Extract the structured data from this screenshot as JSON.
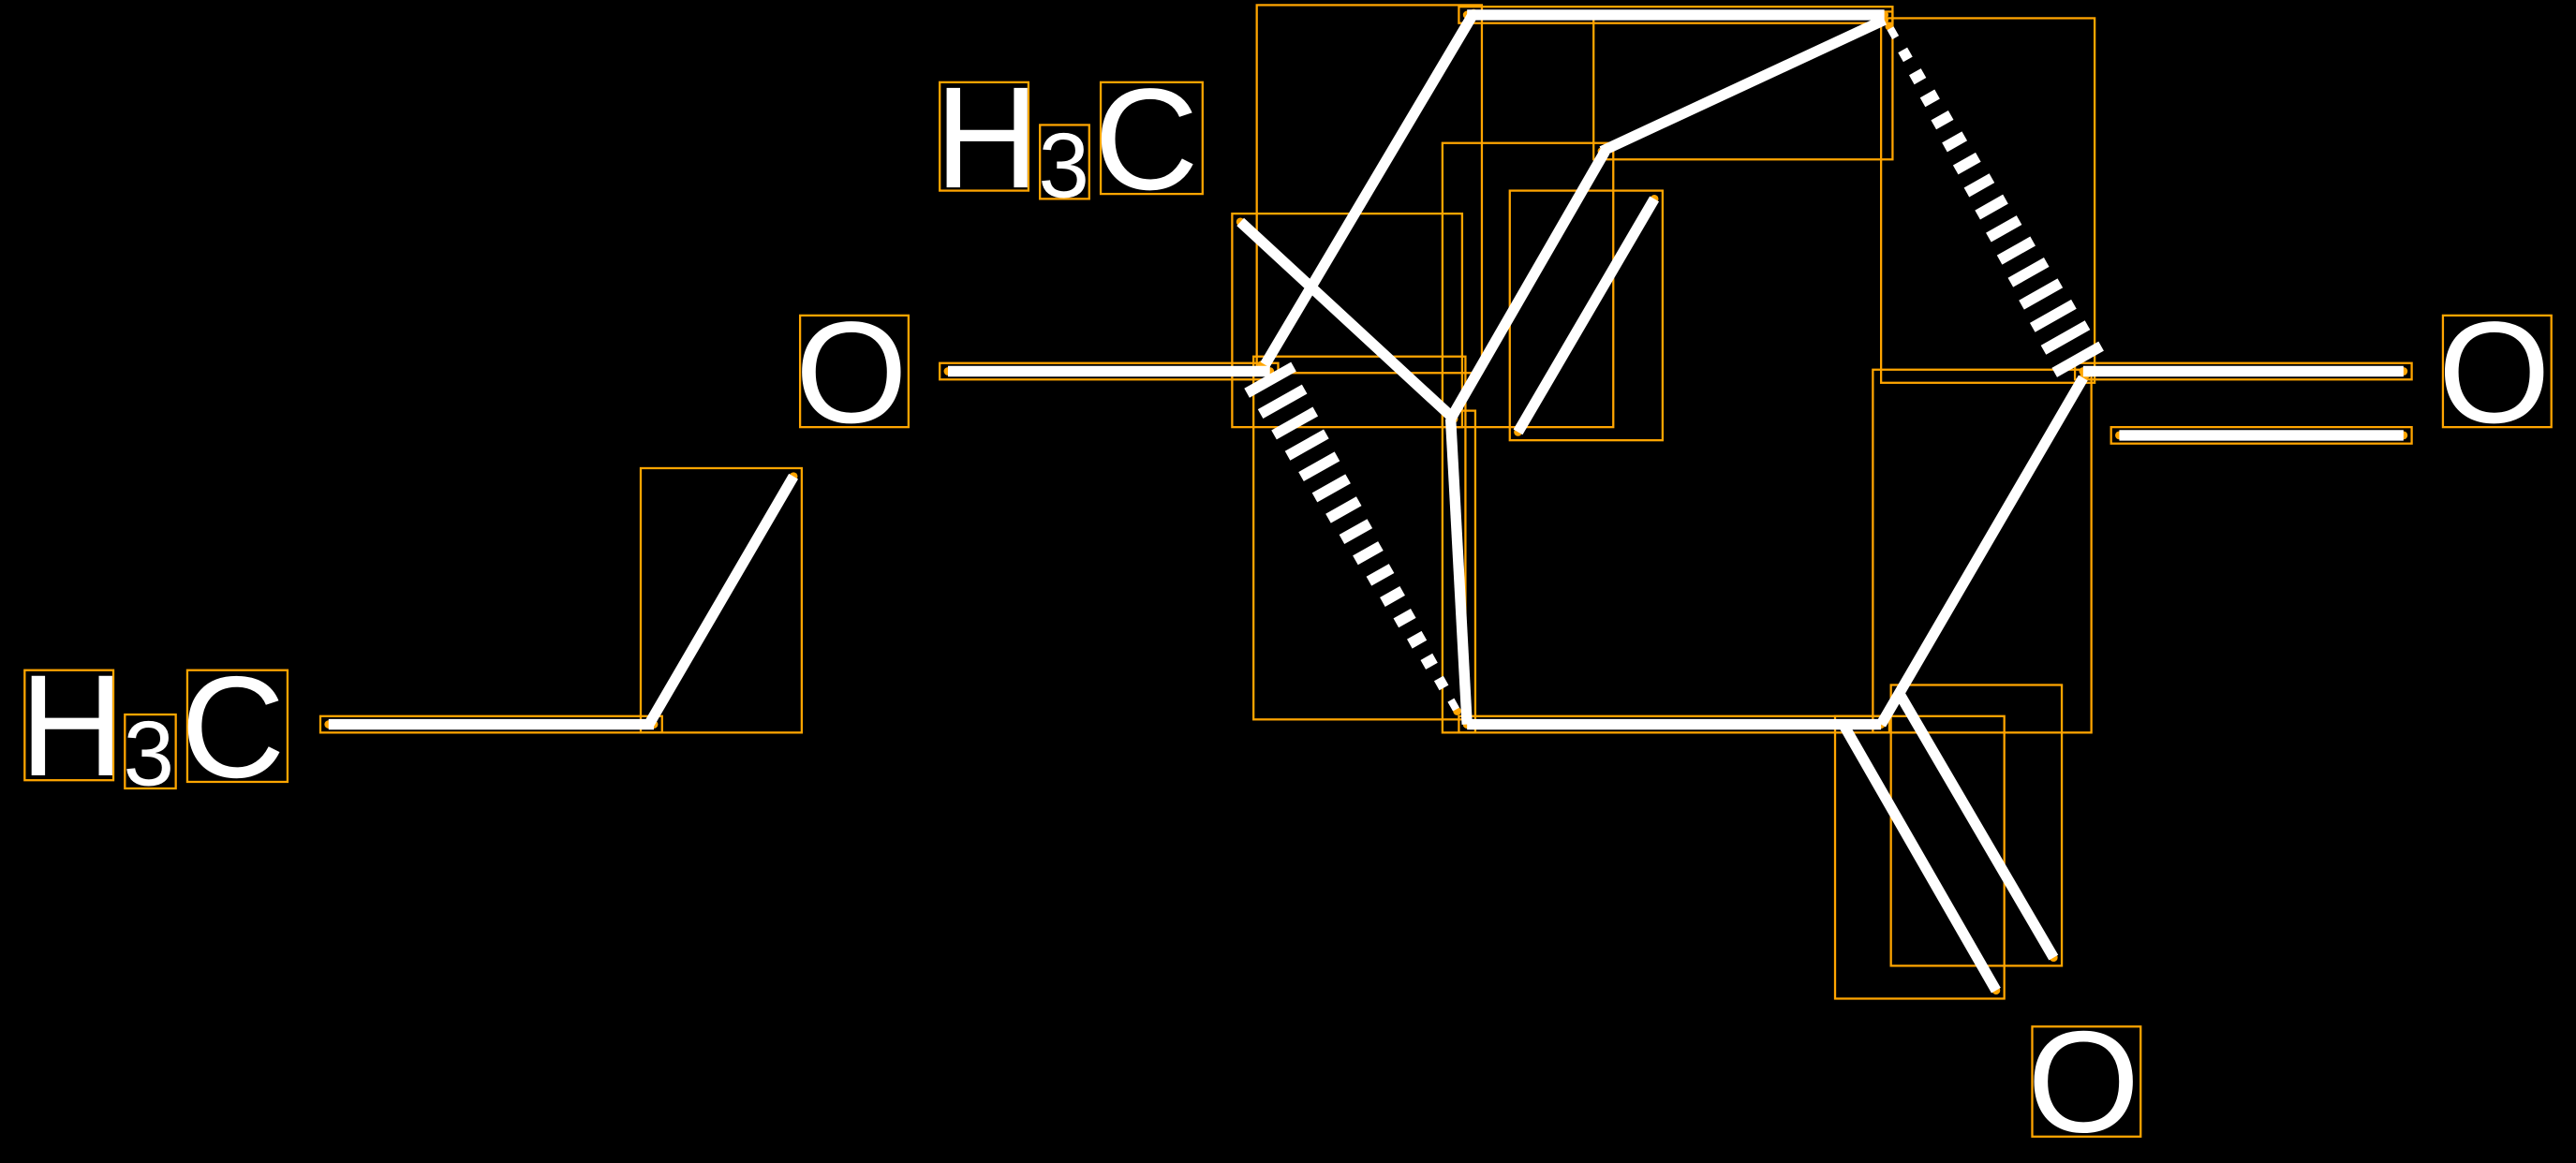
{
  "colors": {
    "background": "#000000",
    "bond": "#FFFFFF",
    "box": "#FFA500"
  },
  "atoms": {
    "methyl_left": {
      "h": "H",
      "sub": "3",
      "c": "C"
    },
    "methyl_top": {
      "h": "H",
      "sub": "3",
      "c": "C"
    },
    "oxygen_ester": "O",
    "oxygen_right": "O",
    "oxygen_bottom": "O"
  }
}
